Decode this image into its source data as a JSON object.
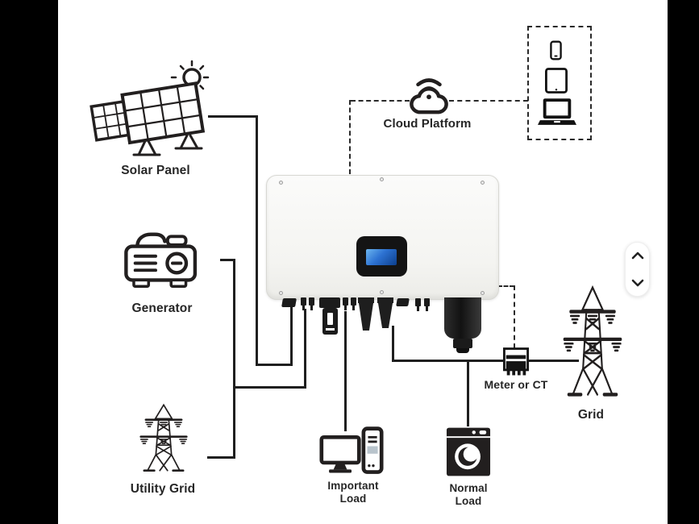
{
  "page": {
    "background": "#ffffff",
    "letterbox_color": "#000000"
  },
  "colors": {
    "wire": "#1f1f1f",
    "icon_stroke": "#221f1f",
    "inverter_body": "#f6f6f4",
    "display_bezel": "#141414",
    "screen_blue_light": "#6cb6ef",
    "screen_blue_dark": "#0c3f8e"
  },
  "nodes": {
    "solar_panel": {
      "label": "Solar Panel",
      "icon": "solar-panel-with-sun"
    },
    "generator": {
      "label": "Generator",
      "icon": "portable-generator"
    },
    "utility_grid": {
      "label": "Utility Grid",
      "icon": "transmission-tower"
    },
    "cloud_platform": {
      "label": "Cloud Platform",
      "icon": "wifi-cloud"
    },
    "monitoring_devices": {
      "icons": [
        "smartphone",
        "tablet",
        "laptop"
      ]
    },
    "inverter": {
      "icon": "hybrid-inverter"
    },
    "meter": {
      "label": "Meter or CT",
      "icon": "energy-meter"
    },
    "grid": {
      "label": "Grid",
      "icon": "transmission-tower"
    },
    "important_load": {
      "label_line1": "Important",
      "label_line2": "Load",
      "icon": "desktop-computer"
    },
    "normal_load": {
      "label_line1": "Normal",
      "label_line2": "Load",
      "icon": "washing-machine"
    }
  },
  "carousel": {
    "up_icon": "chevron-up",
    "down_icon": "chevron-down"
  }
}
